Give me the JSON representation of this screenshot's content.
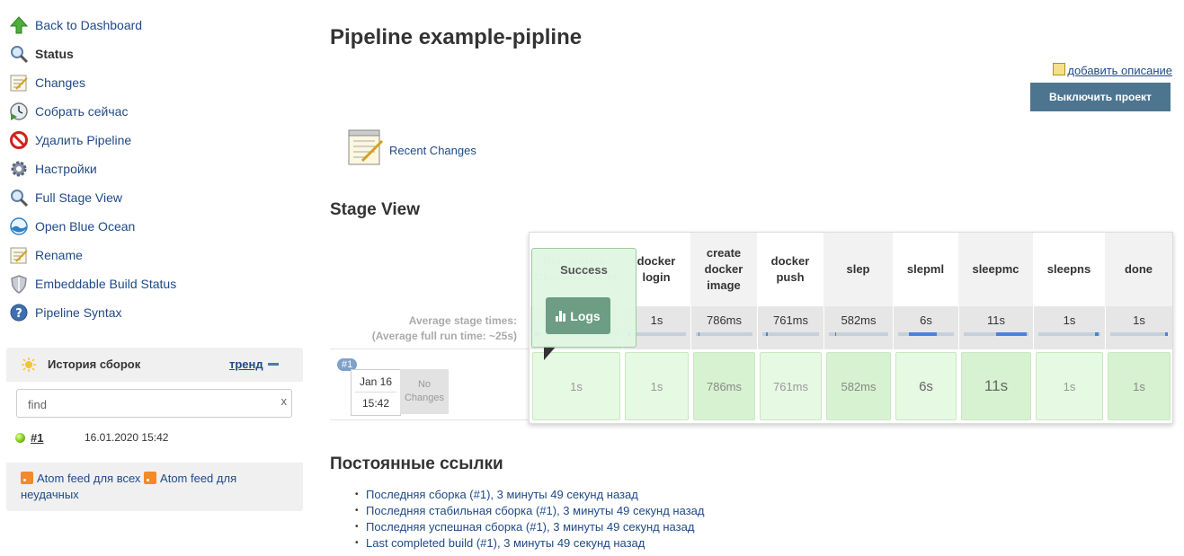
{
  "sidebar": {
    "items": [
      {
        "label": "Back to Dashboard",
        "icon": "up-arrow-icon",
        "bold": false
      },
      {
        "label": "Status",
        "icon": "magnifier-icon",
        "bold": true
      },
      {
        "label": "Changes",
        "icon": "notepad-icon",
        "bold": false
      },
      {
        "label": "Собрать сейчас",
        "icon": "clock-play-icon",
        "bold": false
      },
      {
        "label": "Удалить Pipeline",
        "icon": "no-entry-icon",
        "bold": false
      },
      {
        "label": "Настройки",
        "icon": "gear-icon",
        "bold": false
      },
      {
        "label": "Full Stage View",
        "icon": "magnifier-icon",
        "bold": false
      },
      {
        "label": "Open Blue Ocean",
        "icon": "blue-ocean-icon",
        "bold": false
      },
      {
        "label": "Rename",
        "icon": "notepad-icon",
        "bold": false
      },
      {
        "label": "Embeddable Build Status",
        "icon": "shield-icon",
        "bold": false
      },
      {
        "label": "Pipeline Syntax",
        "icon": "help-icon",
        "bold": false
      }
    ]
  },
  "history": {
    "title": "История сборок",
    "trend": "тренд",
    "search_placeholder": "find",
    "clear": "x",
    "build": {
      "number": "#1",
      "date": "16.01.2020 15:42"
    },
    "feed_all": "Atom feed для всех",
    "feed_failed": "Atom feed для неудачных"
  },
  "main": {
    "title": "Pipeline example-pipline",
    "add_description": "добавить описание",
    "disable_button": "Выключить проект",
    "recent_changes": "Recent Changes",
    "stage_view_title": "Stage View",
    "avg_label_1": "Average stage times:",
    "avg_label_2_pre": "(Average ",
    "avg_label_2_link": "full",
    "avg_label_2_post": " run time: ~25s)",
    "permalinks_title": "Постоянные ссылки"
  },
  "stage": {
    "stages": [
      {
        "name": "Declarative: Checkout SCM",
        "avg": "1s",
        "run": "1s",
        "fill_start": 0.0,
        "fill_end": 0.05
      },
      {
        "name": "docker login",
        "avg": "1s",
        "run": "1s",
        "fill_start": 0.0,
        "fill_end": 0.04
      },
      {
        "name": "create docker image",
        "avg": "786ms",
        "run": "786ms",
        "fill_start": 0.04,
        "fill_end": 0.07
      },
      {
        "name": "docker push",
        "avg": "761ms",
        "run": "761ms",
        "fill_start": 0.07,
        "fill_end": 0.1
      },
      {
        "name": "slep",
        "avg": "582ms",
        "run": "582ms",
        "fill_start": 0.1,
        "fill_end": 0.12
      },
      {
        "name": "slepml",
        "avg": "6s",
        "run": "6s",
        "fill_start": 0.2,
        "fill_end": 0.7
      },
      {
        "name": "sleepmc",
        "avg": "11s",
        "run": "11s",
        "fill_start": 0.5,
        "fill_end": 0.97
      },
      {
        "name": "sleepns",
        "avg": "1s",
        "run": "1s",
        "fill_start": 0.92,
        "fill_end": 0.97
      },
      {
        "name": "done",
        "avg": "1s",
        "run": "1s",
        "fill_start": 0.95,
        "fill_end": 1.0
      }
    ],
    "run": {
      "badge": "#1",
      "date": "Jan 16",
      "time": "15:42",
      "no_changes": "No Changes"
    },
    "popup": {
      "status": "Success",
      "logs": "Logs"
    }
  },
  "permalinks": [
    "Последняя сборка (#1), 3 минуты 49 секунд назад",
    "Последняя стабильная сборка (#1), 3 минуты 49 секунд назад",
    "Последняя успешная сборка (#1), 3 минуты 49 секунд назад",
    "Last completed build (#1), 3 минуты 49 секунд назад"
  ]
}
